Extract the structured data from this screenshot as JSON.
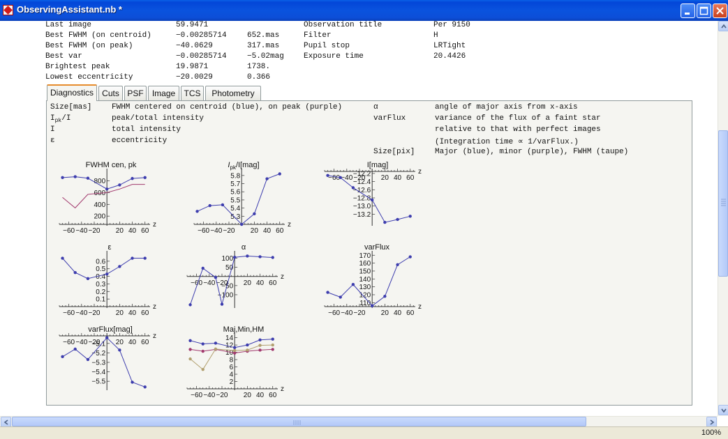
{
  "window": {
    "title": "ObservingAssistant.nb *"
  },
  "stats": [
    {
      "label": "Last image",
      "v1": "59.9471",
      "v2": ""
    },
    {
      "label": "Best FWHM (on centroid)",
      "v1": "−0.00285714",
      "v2": "652.mas"
    },
    {
      "label": "Best FWHM (on peak)",
      "v1": "−40.0629",
      "v2": "317.mas"
    },
    {
      "label": "Best var",
      "v1": "−0.00285714",
      "v2": "−5.02mag"
    },
    {
      "label": "Brightest peak",
      "v1": "19.9871",
      "v2": "1738."
    },
    {
      "label": "Lowest eccentricity",
      "v1": "−20.0029",
      "v2": "0.366"
    }
  ],
  "obs": [
    {
      "label": "Observation title",
      "value": "Per 9150"
    },
    {
      "label": "Filter",
      "value": "H"
    },
    {
      "label": "Pupil stop",
      "value": "LRTight"
    },
    {
      "label": "Exposure time",
      "value": "20.4426"
    }
  ],
  "tabs": [
    "Diagnostics",
    "Cuts",
    "PSF",
    "Image",
    "TCS",
    "Photometry"
  ],
  "legend": {
    "left": [
      {
        "key": "Size[mas]",
        "desc": "FWHM centered on centroid (blue), on peak (purple)"
      },
      {
        "key": "I",
        "sub": "pk",
        "key2": "/I",
        "desc": "peak/total intensity"
      },
      {
        "key": "I",
        "desc": "total intensity"
      },
      {
        "key": "ε",
        "desc": "eccentricity"
      }
    ],
    "right": [
      {
        "key": "α",
        "desc": "angle of major axis from x-axis"
      },
      {
        "key": "varFlux",
        "desc": "variance of the flux of a faint star"
      },
      {
        "key": "",
        "desc": "relative to that with perfect images"
      },
      {
        "key": "",
        "desc": "(Integration time ∝ 1/varFlux.)"
      },
      {
        "key": "Size[pix]",
        "desc": "Major (blue), minor (purple), FWHM (taupe)"
      }
    ]
  },
  "colors": {
    "blue": "#3d3dae",
    "purple": "#a23a6e",
    "taupe": "#b2a070"
  },
  "charts": [
    {
      "title": "FWHM cen, pk",
      "xticks": [
        "−60",
        "−40",
        "−20",
        "20",
        "40",
        "60"
      ],
      "xtickvals": [
        -60,
        -40,
        -20,
        20,
        40,
        60
      ],
      "xlabel": "z",
      "xlim": [
        -75,
        68
      ],
      "ylim": [
        60,
        960
      ],
      "yticks": [
        "800",
        "600",
        "400",
        "200"
      ],
      "ytickvals": [
        800,
        600,
        400,
        200
      ],
      "series": [
        {
          "color": "blue",
          "markers": true,
          "points": [
            [
              -70,
              855
            ],
            [
              -50,
              870
            ],
            [
              -30,
              845
            ],
            [
              0,
              660
            ],
            [
              20,
              730
            ],
            [
              40,
              840
            ],
            [
              60,
              855
            ]
          ]
        },
        {
          "color": "purple",
          "markers": false,
          "points": [
            [
              -70,
              520
            ],
            [
              -50,
              340
            ],
            [
              -30,
              570
            ],
            [
              0,
              600
            ],
            [
              20,
              660
            ],
            [
              40,
              740
            ],
            [
              60,
              740
            ]
          ]
        }
      ]
    },
    {
      "title": "Ipk/I[mag]",
      "title_parts": {
        "a": "I",
        "sub": "pk",
        "b": "/I[mag]"
      },
      "xticks": [
        "−60",
        "−40",
        "−20",
        "20",
        "40",
        "60"
      ],
      "xtickvals": [
        -60,
        -40,
        -20,
        20,
        40,
        60
      ],
      "xlabel": "z",
      "xlim": [
        -75,
        68
      ],
      "ylim": [
        5.2,
        5.85
      ],
      "yticks": [
        "5.8",
        "5.7",
        "5.6",
        "5.5",
        "5.4",
        "5.3"
      ],
      "ytickvals": [
        5.8,
        5.7,
        5.6,
        5.5,
        5.4,
        5.3
      ],
      "series": [
        {
          "color": "blue",
          "markers": true,
          "points": [
            [
              -70,
              5.36
            ],
            [
              -50,
              5.43
            ],
            [
              -30,
              5.44
            ],
            [
              0,
              5.2
            ],
            [
              20,
              5.33
            ],
            [
              40,
              5.76
            ],
            [
              60,
              5.82
            ]
          ]
        }
      ]
    },
    {
      "title": "I[mag]",
      "xticks": [
        "−60",
        "−40",
        "−20",
        "20",
        "40",
        "60"
      ],
      "xtickvals": [
        -60,
        -40,
        -20,
        20,
        40,
        60
      ],
      "xlabel": "z",
      "xlim": [
        -75,
        68
      ],
      "ylim": [
        -13.45,
        -12.15
      ],
      "yticks": [
        "−12.2",
        "−12.4",
        "−12.6",
        "−12.8",
        "−13.0",
        "−13.2"
      ],
      "ytickvals": [
        -12.2,
        -12.4,
        -12.6,
        -12.8,
        -13.0,
        -13.2
      ],
      "series": [
        {
          "color": "blue",
          "markers": true,
          "points": [
            [
              -70,
              -12.25
            ],
            [
              -50,
              -12.3
            ],
            [
              -30,
              -12.55
            ],
            [
              0,
              -12.85
            ],
            [
              20,
              -13.4
            ],
            [
              40,
              -13.33
            ],
            [
              60,
              -13.25
            ]
          ]
        }
      ]
    },
    {
      "title": "ε",
      "xticks": [
        "−60",
        "−40",
        "−20",
        "20",
        "40",
        "60"
      ],
      "xtickvals": [
        -60,
        -40,
        -20,
        20,
        40,
        60
      ],
      "xlabel": "z",
      "xlim": [
        -75,
        68
      ],
      "ylim": [
        0,
        0.7
      ],
      "yticks": [
        "0.6",
        "0.5",
        "0.4",
        "0.3",
        "0.2",
        "0.1"
      ],
      "ytickvals": [
        0.6,
        0.5,
        0.4,
        0.3,
        0.2,
        0.1
      ],
      "series": [
        {
          "color": "blue",
          "markers": true,
          "points": [
            [
              -70,
              0.64
            ],
            [
              -50,
              0.45
            ],
            [
              -30,
              0.37
            ],
            [
              0,
              0.43
            ],
            [
              20,
              0.53
            ],
            [
              40,
              0.64
            ],
            [
              60,
              0.64
            ]
          ]
        }
      ]
    },
    {
      "title": "α",
      "xticks": [
        "−60",
        "−40",
        "−20",
        "20",
        "40",
        "60"
      ],
      "xtickvals": [
        -60,
        -40,
        -20,
        20,
        40,
        60
      ],
      "xlabel": "z",
      "xlim": [
        -75,
        68
      ],
      "ylim": [
        -165,
        125
      ],
      "yticks": [
        "100",
        "50",
        "−50",
        "−100"
      ],
      "ytickvals": [
        100,
        50,
        -50,
        -100
      ],
      "series": [
        {
          "color": "blue",
          "markers": true,
          "points": [
            [
              -70,
              -155
            ],
            [
              -50,
              45
            ],
            [
              -30,
              -5
            ],
            [
              -20,
              -152
            ],
            [
              0,
              105
            ],
            [
              20,
              112
            ],
            [
              40,
              108
            ],
            [
              60,
              104
            ]
          ]
        }
      ]
    },
    {
      "title": "varFlux",
      "xticks": [
        "−60",
        "−40",
        "−20",
        "20",
        "40",
        "60"
      ],
      "xtickvals": [
        -60,
        -40,
        -20,
        20,
        40,
        60
      ],
      "xlabel": "z",
      "xlim": [
        -75,
        68
      ],
      "ylim": [
        105,
        172
      ],
      "yticks": [
        "170",
        "160",
        "150",
        "140",
        "130",
        "120",
        "110"
      ],
      "ytickvals": [
        170,
        160,
        150,
        140,
        130,
        120,
        110
      ],
      "series": [
        {
          "color": "blue",
          "markers": true,
          "points": [
            [
              -70,
              123
            ],
            [
              -50,
              117
            ],
            [
              -30,
              133
            ],
            [
              0,
              106
            ],
            [
              20,
              118
            ],
            [
              40,
              158
            ],
            [
              60,
              168
            ]
          ]
        }
      ]
    },
    {
      "title": "varFlux[mag]",
      "xticks": [
        "−60",
        "−40",
        "−20",
        "20",
        "40",
        "60"
      ],
      "xtickvals": [
        -60,
        -40,
        -20,
        20,
        40,
        60
      ],
      "xlabel": "z",
      "xlim": [
        -75,
        68
      ],
      "ylim": [
        -5.58,
        -5.02
      ],
      "yticks": [
        "−5.1",
        "−5.2",
        "−5.3",
        "−5.4",
        "−5.5"
      ],
      "ytickvals": [
        -5.1,
        -5.2,
        -5.3,
        -5.4,
        -5.5
      ],
      "series": [
        {
          "color": "blue",
          "markers": true,
          "points": [
            [
              -70,
              -5.24
            ],
            [
              -50,
              -5.16
            ],
            [
              -30,
              -5.27
            ],
            [
              0,
              -5.04
            ],
            [
              20,
              -5.17
            ],
            [
              40,
              -5.51
            ],
            [
              60,
              -5.56
            ]
          ]
        }
      ]
    },
    {
      "title": "Maj,Min,HM",
      "xticks": [
        "−60",
        "−40",
        "−20",
        "20",
        "40",
        "60"
      ],
      "xtickvals": [
        -60,
        -40,
        -20,
        20,
        40,
        60
      ],
      "xlabel": "z",
      "xlim": [
        -75,
        68
      ],
      "ylim": [
        0,
        14.5
      ],
      "yticks": [
        "14",
        "12",
        "10",
        "8",
        "6",
        "4",
        "2"
      ],
      "ytickvals": [
        14,
        12,
        10,
        8,
        6,
        4,
        2
      ],
      "series": [
        {
          "color": "blue",
          "markers": true,
          "points": [
            [
              -70,
              13.2
            ],
            [
              -50,
              12.3
            ],
            [
              -30,
              12.5
            ],
            [
              0,
              11.3
            ],
            [
              20,
              12.0
            ],
            [
              40,
              13.4
            ],
            [
              60,
              13.6
            ]
          ]
        },
        {
          "color": "purple",
          "markers": true,
          "points": [
            [
              -70,
              10.8
            ],
            [
              -50,
              10.3
            ],
            [
              -30,
              10.8
            ],
            [
              0,
              9.8
            ],
            [
              20,
              10.3
            ],
            [
              40,
              10.6
            ],
            [
              60,
              10.8
            ]
          ]
        },
        {
          "color": "taupe",
          "markers": true,
          "points": [
            [
              -70,
              8.2
            ],
            [
              -50,
              5.3
            ],
            [
              -30,
              10.9
            ],
            [
              0,
              10.5
            ],
            [
              20,
              10.6
            ],
            [
              40,
              11.9
            ],
            [
              60,
              12.0
            ]
          ]
        }
      ]
    }
  ],
  "status": {
    "zoom": "100%"
  }
}
